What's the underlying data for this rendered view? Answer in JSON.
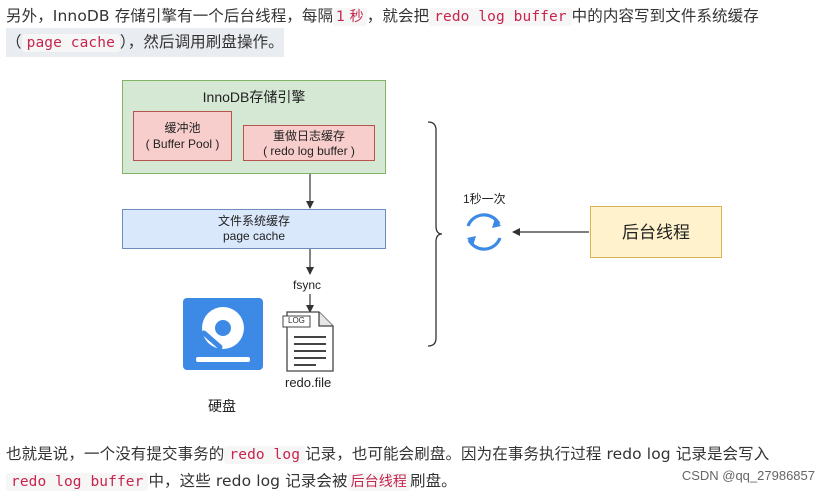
{
  "para1": {
    "t1": "另外，InnoDB 存储引擎有一个后台线程，每隔",
    "c1": "1 秒",
    "t2": "，就会把",
    "c2": "redo log buffer",
    "t3": "中的内容写到文件系统缓存"
  },
  "para2": {
    "t1": "（",
    "c1": "page cache",
    "t2": "），然后调用刷盘操作。"
  },
  "diagram": {
    "engine_title": "InnoDB存储引擎",
    "buffer_pool_line1": "缓冲池",
    "buffer_pool_line2": "( Buffer Pool )",
    "redo_buffer_line1": "重做日志缓存",
    "redo_buffer_line2": "( redo log buffer )",
    "page_cache_line1": "文件系统缓存",
    "page_cache_line2": "page cache",
    "fsync_label": "fsync",
    "log_tag": "LOG",
    "redo_file_label": "redo.file",
    "disk_label": "硬盘",
    "frequency_label": "1秒一次",
    "bg_thread_label": "后台线程"
  },
  "para3": {
    "t1": "也就是说，一个没有提交事务的",
    "c1": "redo log",
    "t2": "记录，也可能会刷盘。因为在事务执行过程 redo log 记录是会写入"
  },
  "para4": {
    "c1": "redo log buffer",
    "t1": "中，这些 redo log 记录会被",
    "c2": "后台线程",
    "t2": "刷盘。"
  },
  "watermark": "CSDN @qq_27986857",
  "colors": {
    "engine_fill": "#d5e8d4",
    "buffer_fill": "#f8cecc",
    "page_cache_fill": "#dae8fc",
    "bg_thread_fill": "#fff2cc",
    "disk_blue": "#3d8ae6",
    "cycle_blue": "#3d8ae6",
    "inline_code": "#c7254e"
  }
}
